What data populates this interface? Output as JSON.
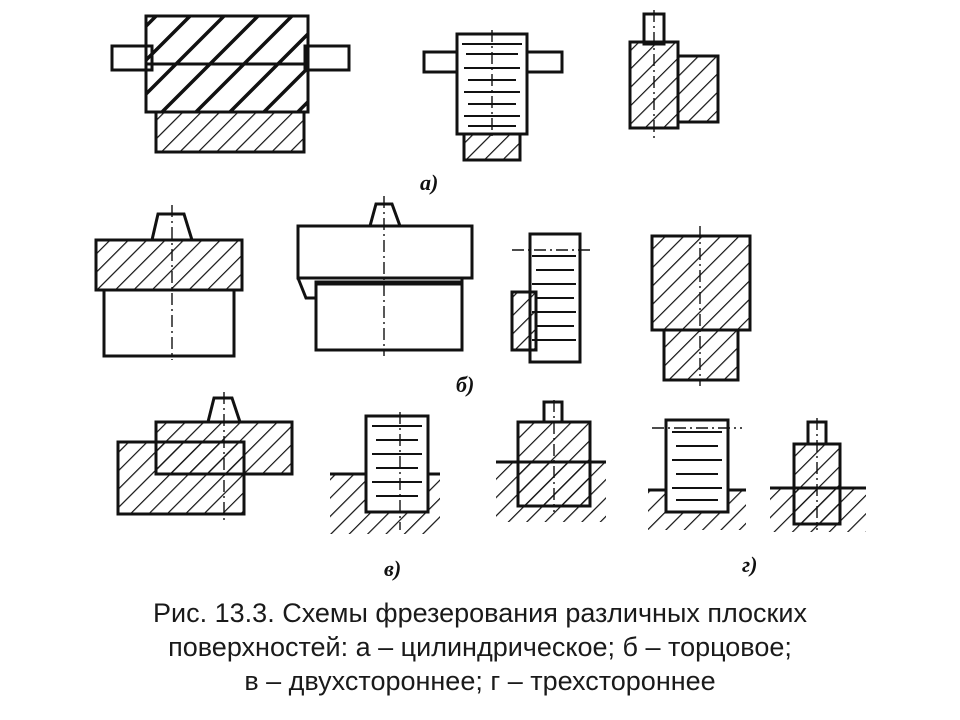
{
  "labels": {
    "a": "а)",
    "b": "б)",
    "v": "в)",
    "g": "г)"
  },
  "caption": {
    "line1": "Рис. 13.3. Схемы фрезерования различных плоских",
    "line2": "поверхностей: а – цилиндрическое; б – торцовое;",
    "line3": "в – двухстороннее; г – трехстороннее"
  }
}
